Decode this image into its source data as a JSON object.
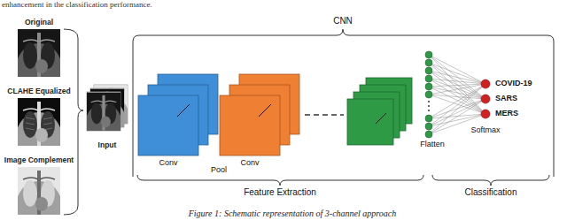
{
  "diagram": {
    "caption": "Figure 1: Schematic representation of 3-channel approach",
    "nodes": [
      {
        "text": [
          "Original"
        ]
      },
      {
        "text": [
          "CLAHE Equalized"
        ]
      },
      {
        "text": [
          "Image Complement"
        ]
      },
      {
        "text": [
          "Input"
        ]
      }
    ],
    "labels": [
      "enhancement in the classification performance.",
      "CNN",
      "Conv",
      "Pool",
      "Conv",
      "Flatten",
      "Softmax",
      "COVID-19",
      "SARS",
      "MERS",
      "Feature Extraction",
      "Classification"
    ]
  }
}
